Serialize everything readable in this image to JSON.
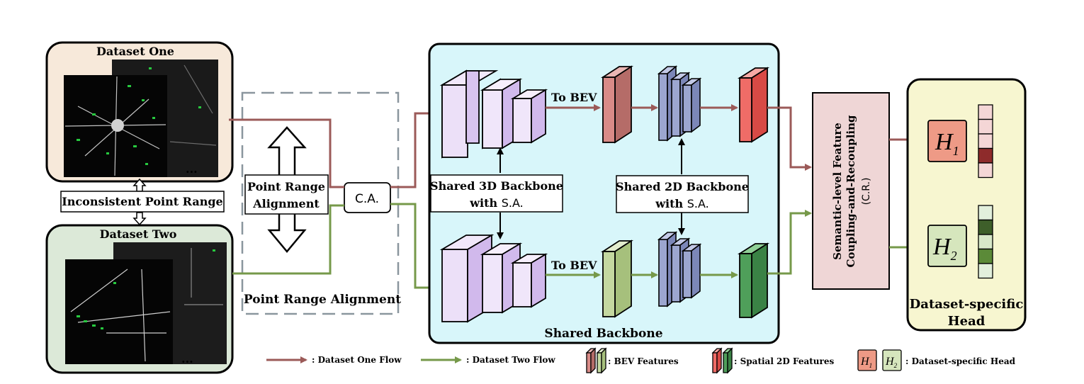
{
  "datasets": {
    "one_title": "Dataset One",
    "two_title": "Dataset Two",
    "more": "...",
    "inconsistent": "Inconsistent Point Range"
  },
  "alignment": {
    "box_line1": "Point Range",
    "box_line2": "Alignment",
    "caption": "Point Range Alignment",
    "ca": "C.A."
  },
  "backbone": {
    "to_bev_top": "To BEV",
    "to_bev_bottom": "To BEV",
    "shared3d_line1": "Shared 3D Backbone",
    "shared3d_line2": "with ",
    "shared3d_sa": "S.A.",
    "shared2d_line1": "Shared 2D Backbone",
    "shared2d_line2": "with ",
    "shared2d_sa": "S.A.",
    "caption": "Shared Backbone"
  },
  "coupling": {
    "line1": "Semantic-level Feature",
    "line2": "Coupling-and-Recoupling",
    "line3": "(C.R.)"
  },
  "heads": {
    "h1": "H",
    "h1_sub": "1",
    "h2": "H",
    "h2_sub": "2",
    "caption_line1": "Dataset-specific",
    "caption_line2": "Head"
  },
  "legend": {
    "one_flow": ": Dataset One Flow",
    "two_flow": ": Dataset Two Flow",
    "bev": ": BEV Features",
    "spatial": ": Spatial 2D Features",
    "head_h": "H",
    "head_h1_sub": "1",
    "head_h2_sub": "2",
    "head": ": Dataset-specific Head"
  },
  "colors": {
    "flow_one": "#9b5a58",
    "flow_two": "#76994a",
    "backbone_bg": "#d8f6fa",
    "head_bg": "#f7f6d0",
    "dataset_one_bg": "#f7e9da",
    "dataset_two_bg": "#dce9d8",
    "coupling_bg": "#efd6d6",
    "bev_red": "#d98b87",
    "bev_green": "#c4d8a0",
    "spatial_red": "#ef6c67",
    "spatial_green": "#4f9f5a",
    "backbone_block": "#e6d4f4",
    "backbone_2d_block": "#9ca6cf",
    "h1_fill": "#ee9a86",
    "h2_fill": "#d6e6bd"
  },
  "vectors": {
    "h1": [
      "#f4d6d6",
      "#f4d6d6",
      "#f4d6d6",
      "#8e2b2b",
      "#f4d6d6"
    ],
    "h2": [
      "#e2efdc",
      "#3e5f2a",
      "#d8e8c9",
      "#5b8a38",
      "#e2efdc"
    ]
  }
}
